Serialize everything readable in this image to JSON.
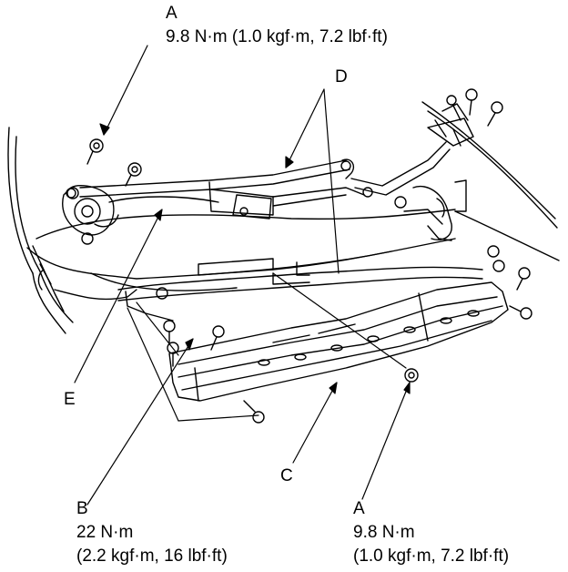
{
  "diagram": {
    "line_color": "#000000",
    "background": "#ffffff",
    "callouts": {
      "a_top": {
        "letter": "A",
        "torque": "9.8 N·m (1.0 kgf·m, 7.2 lbf·ft)"
      },
      "d": {
        "letter": "D"
      },
      "e": {
        "letter": "E"
      },
      "c": {
        "letter": "C"
      },
      "b": {
        "letter": "B",
        "torque_line1": "22 N·m",
        "torque_line2": "(2.2 kgf·m, 16 lbf·ft)"
      },
      "a_bottom": {
        "letter": "A",
        "torque_line1": "9.8 N·m",
        "torque_line2": "(1.0 kgf·m, 7.2 lbf·ft)"
      }
    }
  }
}
